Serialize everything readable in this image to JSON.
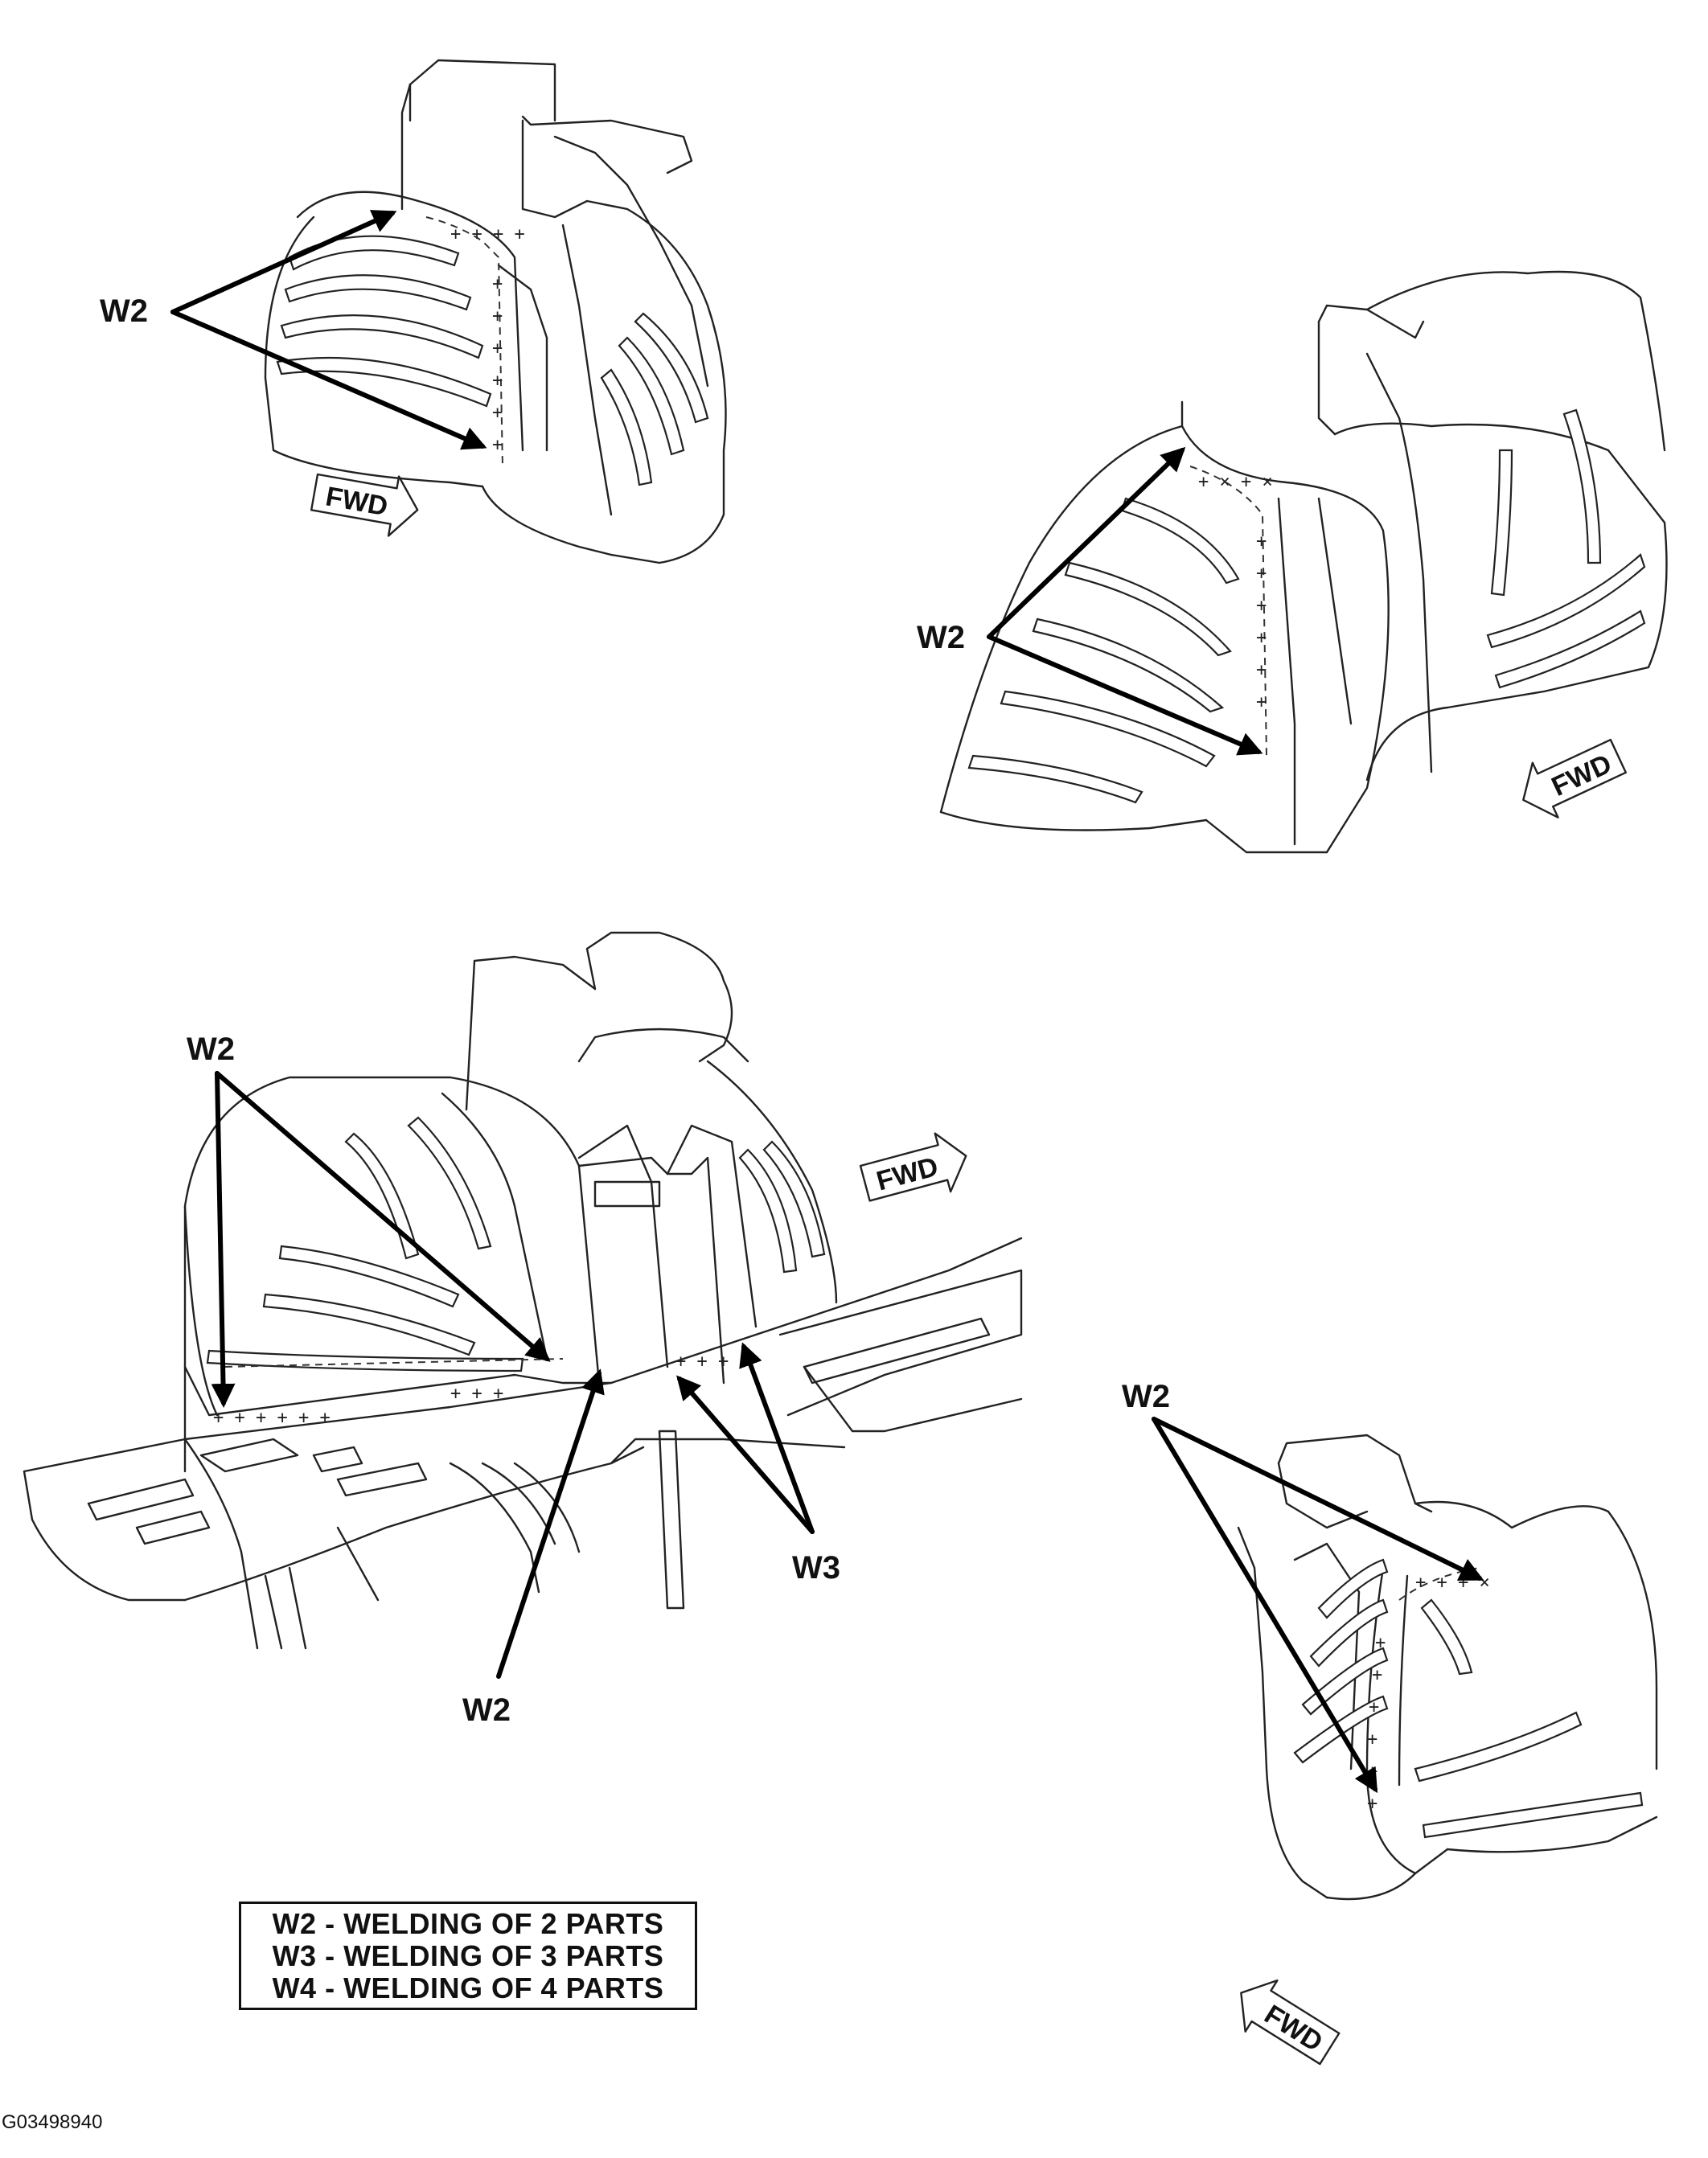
{
  "callouts": {
    "fig1_w2": "W2",
    "fig2_w2": "W2",
    "fig3_w2_top": "W2",
    "fig3_w2_bottom": "W2",
    "fig3_w3": "W3",
    "fig4_w2": "W2"
  },
  "fwd_labels": {
    "fig1": "FWD",
    "fig2": "FWD",
    "fig3": "FWD",
    "fig4": "FWD"
  },
  "legend": {
    "rows": [
      "W2 - WELDING OF 2 PARTS",
      "W3 - WELDING OF 3 PARTS",
      "W4 - WELDING OF 4 PARTS"
    ]
  },
  "figure_id": "G03498940",
  "colors": {
    "ink": "#111111",
    "background": "#ffffff"
  }
}
